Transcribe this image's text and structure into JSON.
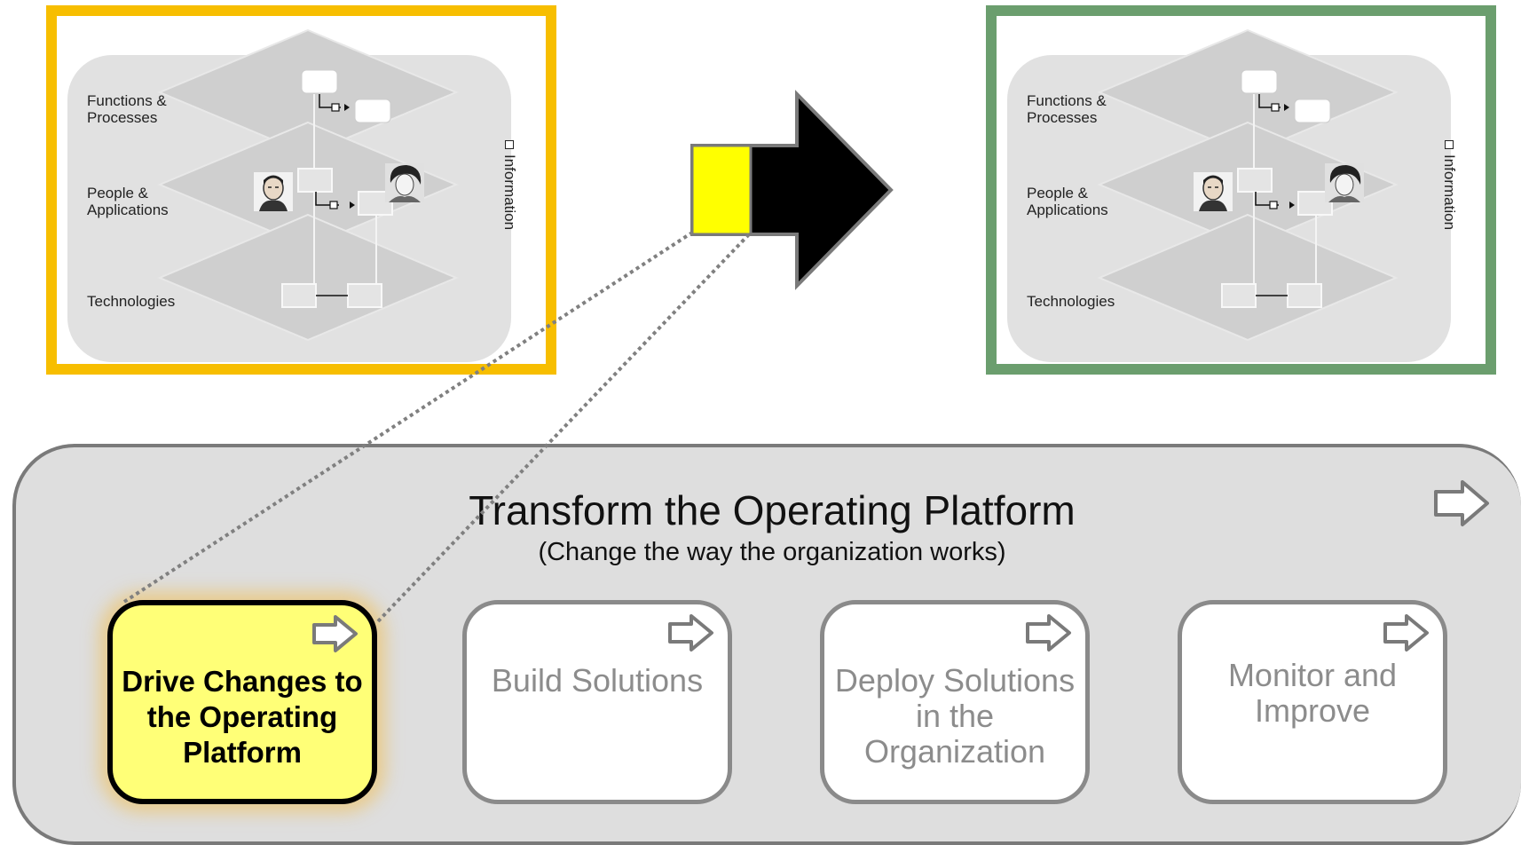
{
  "left_panel": {
    "border_color": "#f7be00",
    "layers": [
      "Functions &\nProcesses",
      "People &\nApplications",
      "Technologies"
    ],
    "information_label": "Information"
  },
  "right_panel": {
    "border_color": "#6b9e6e",
    "layers": [
      "Functions &\nProcesses",
      "People &\nApplications",
      "Technologies"
    ],
    "information_label": "Information"
  },
  "transition_arrow": {
    "fill": "#000000",
    "segment_color": "#ffff00"
  },
  "platform": {
    "title": "Transform the Operating Platform",
    "subtitle": "(Change the way the organization works)",
    "phases": [
      {
        "label": "Drive Changes to the Operating Platform",
        "highlighted": true
      },
      {
        "label": "Build Solutions",
        "highlighted": false
      },
      {
        "label": "Deploy Solutions in the Organization",
        "highlighted": false
      },
      {
        "label": "Monitor and Improve",
        "highlighted": false
      }
    ]
  }
}
